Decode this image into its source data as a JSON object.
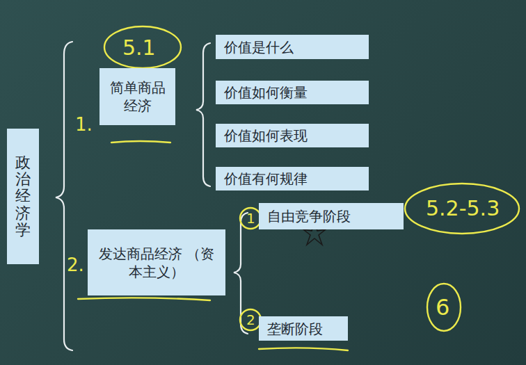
{
  "diagram": {
    "nodes": [
      {
        "text": [
          "政治经济学"
        ]
      },
      {
        "text": [
          "简单商品经济"
        ]
      },
      {
        "text": [
          "价值是什么"
        ]
      },
      {
        "text": [
          "价值如何衡量"
        ]
      },
      {
        "text": [
          "价值如何表现"
        ]
      },
      {
        "text": [
          "价值有何规律"
        ]
      },
      {
        "text": [
          "发达商品经济 （资本主义）"
        ]
      },
      {
        "text": [
          "自由竞争阶段"
        ]
      },
      {
        "text": [
          "垄断阶段"
        ]
      }
    ],
    "labels": [
      "5.1",
      "1.",
      "5.2-5.3",
      "2.",
      "1",
      "2",
      "6"
    ]
  }
}
